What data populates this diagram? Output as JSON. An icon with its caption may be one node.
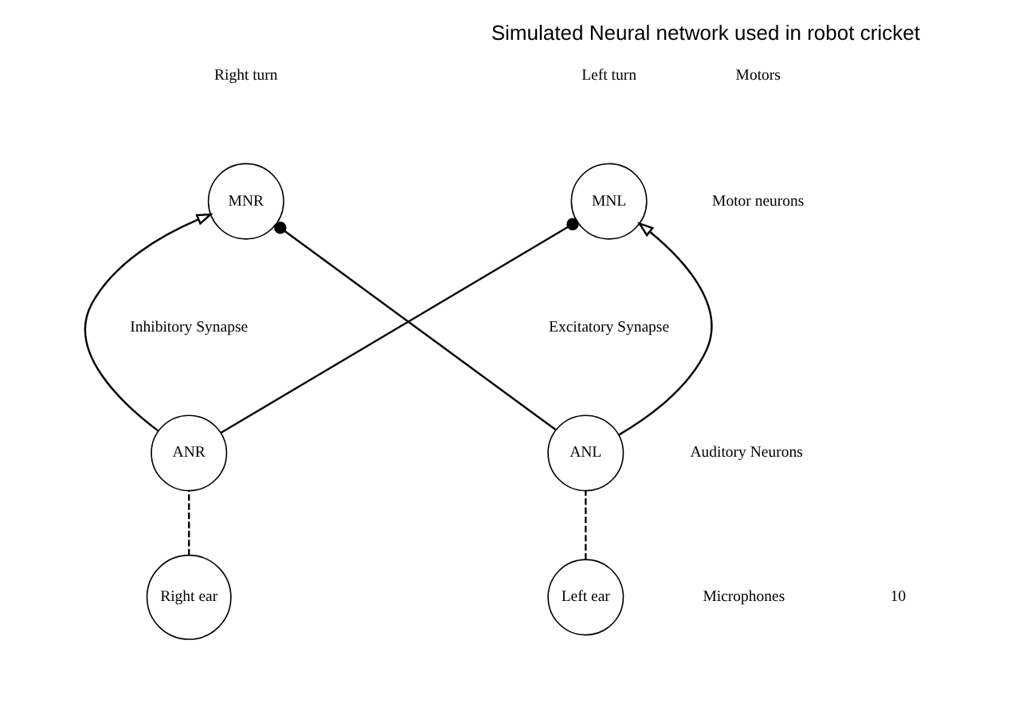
{
  "diagram": {
    "caption": "Simulated Neural network used in robot cricket",
    "nodes": [
      {
        "text": [
          "MNL"
        ]
      },
      {
        "text": [
          "MNR"
        ]
      },
      {
        "text": [
          "ANL"
        ]
      },
      {
        "text": [
          "ANR"
        ]
      },
      {
        "text": [
          "Left ear"
        ]
      },
      {
        "text": [
          "Right ear"
        ]
      }
    ],
    "edges": [
      {
        "from": 2,
        "to": 0,
        "arrow": "to"
      },
      {
        "from": 3,
        "to": 0,
        "arrow": "other"
      },
      {
        "from": 2,
        "to": 1,
        "arrow": "other"
      },
      {
        "from": 3,
        "to": 1,
        "arrow": "to"
      },
      {
        "from": 4,
        "to": 2,
        "arrow": "none",
        "style": "dashed"
      },
      {
        "from": 5,
        "to": 3,
        "arrow": "none",
        "style": "dashed"
      }
    ],
    "labels": [
      "Left turn",
      "Right turn",
      "Motors",
      "Motor neurons",
      "Excitatory Synapse",
      "Inhibitory Synapse",
      "Auditory Neurons",
      "Microphones",
      "10"
    ]
  }
}
